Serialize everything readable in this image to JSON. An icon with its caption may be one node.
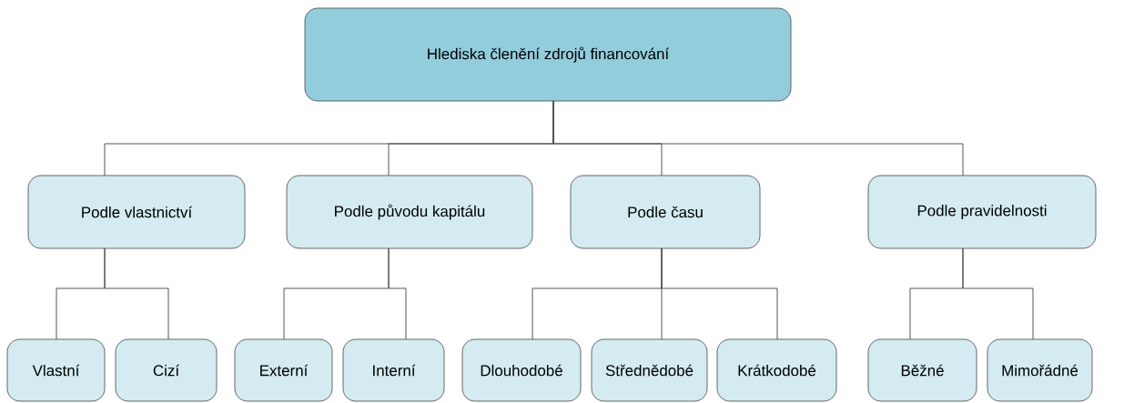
{
  "diagram": {
    "nodes": [
      {
        "text": [
          "Hlediska členění zdrojů financování"
        ]
      },
      {
        "text": [
          "Podle vlastnictví"
        ]
      },
      {
        "text": [
          "Podle původu kapitálu"
        ]
      },
      {
        "text": [
          "Podle času"
        ]
      },
      {
        "text": [
          "Podle pravidelnosti"
        ]
      },
      {
        "text": [
          "Vlastní"
        ]
      },
      {
        "text": [
          "Cizí"
        ]
      },
      {
        "text": [
          "Externí"
        ]
      },
      {
        "text": [
          "Interní"
        ]
      },
      {
        "text": [
          "Dlouhodobé"
        ]
      },
      {
        "text": [
          "Střednědobé"
        ]
      },
      {
        "text": [
          "Krátkodobé"
        ]
      },
      {
        "text": [
          "Běžné"
        ]
      },
      {
        "text": [
          "Mimořádné"
        ]
      }
    ],
    "edges": [
      {
        "from": 0,
        "to": 1,
        "arrow": "none"
      },
      {
        "from": 0,
        "to": 2,
        "arrow": "none"
      },
      {
        "from": 0,
        "to": 3,
        "arrow": "none"
      },
      {
        "from": 0,
        "to": 4,
        "arrow": "none"
      },
      {
        "from": 1,
        "to": 5,
        "arrow": "none"
      },
      {
        "from": 1,
        "to": 6,
        "arrow": "none"
      },
      {
        "from": 2,
        "to": 7,
        "arrow": "none"
      },
      {
        "from": 2,
        "to": 8,
        "arrow": "none"
      },
      {
        "from": 3,
        "to": 9,
        "arrow": "none"
      },
      {
        "from": 3,
        "to": 10,
        "arrow": "none"
      },
      {
        "from": 3,
        "to": 11,
        "arrow": "none"
      },
      {
        "from": 4,
        "to": 12,
        "arrow": "none"
      },
      {
        "from": 4,
        "to": 13,
        "arrow": "none"
      }
    ]
  }
}
